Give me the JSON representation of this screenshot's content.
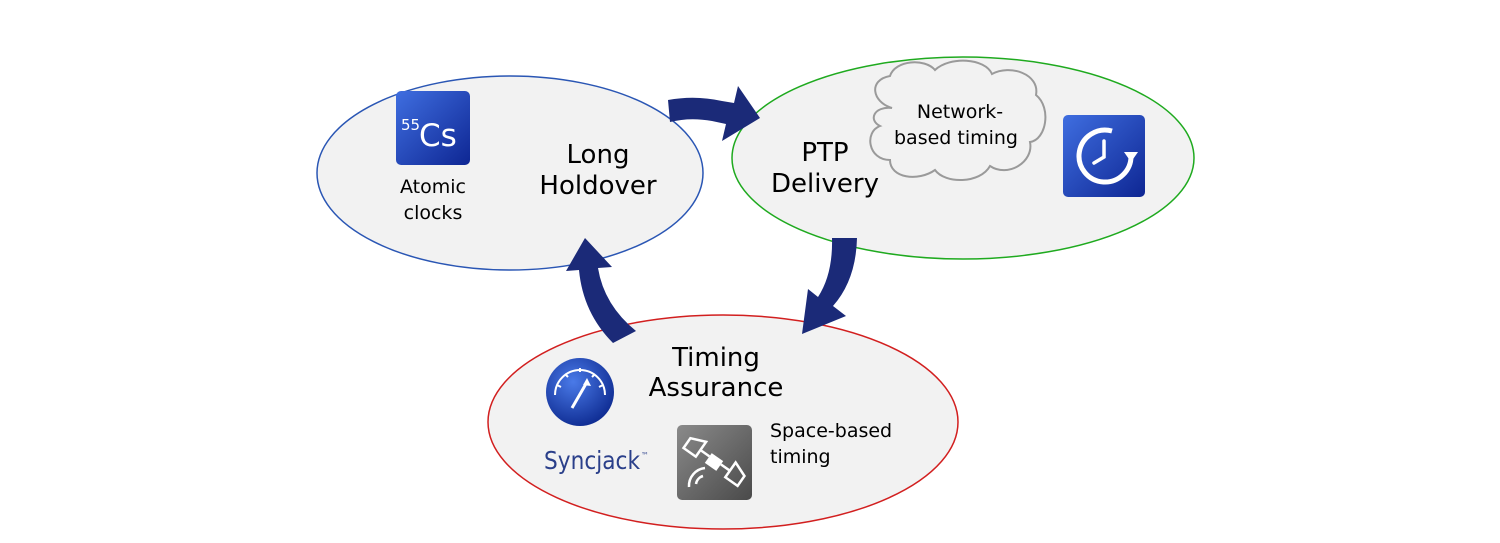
{
  "nodes": {
    "long_holdover": {
      "title_line1": "Long",
      "title_line2": "Holdover",
      "border_color": "#2a56b4",
      "icon": {
        "name": "cesium-icon",
        "superscript": "55",
        "symbol": "Cs"
      },
      "caption_line1": "Atomic",
      "caption_line2": "clocks"
    },
    "ptp_delivery": {
      "title_line1": "PTP",
      "title_line2": "Delivery",
      "border_color": "#1faa1f",
      "cloud_line1": "Network-",
      "cloud_line2": "based timing",
      "icon": {
        "name": "clock-refresh-icon"
      }
    },
    "timing_assurance": {
      "title_line1": "Timing",
      "title_line2": "Assurance",
      "border_color": "#d21f1f",
      "gauge_icon": {
        "name": "gauge-icon"
      },
      "brand": "Syncjack",
      "brand_tm": "™",
      "satellite_icon": {
        "name": "satellite-icon"
      },
      "caption_line1": "Space-based",
      "caption_line2": "timing"
    }
  },
  "colors": {
    "ellipse_fill": "#f2f2f2",
    "arrow": "#1b2a78",
    "icon_blue_light": "#3a64d8",
    "icon_blue_dark": "#0f2a9e",
    "brand_text": "#2a3f8a"
  }
}
